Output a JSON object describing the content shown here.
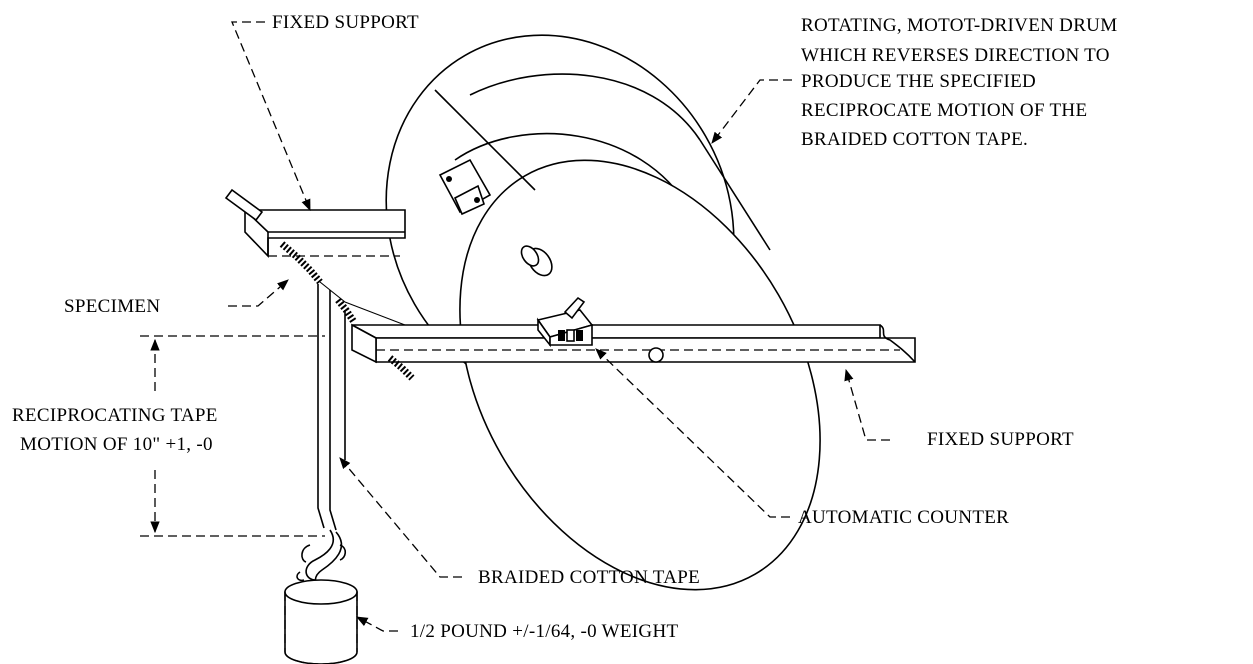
{
  "labels": {
    "fixed_support_top": "FIXED SUPPORT",
    "drum_line1": "ROTATING, MOTOT-DRIVEN DRUM",
    "drum_line2": "WHICH REVERSES DIRECTION TO",
    "drum_line3": "PRODUCE THE SPECIFIED",
    "drum_line4": "RECIPROCATE MOTION OF THE",
    "drum_line5": "BRAIDED COTTON TAPE.",
    "specimen": "SPECIMEN",
    "motion_line1": "RECIPROCATING TAPE",
    "motion_line2": "MOTION OF 10\" +1, -0",
    "fixed_support_right": "FIXED SUPPORT",
    "automatic_counter": "AUTOMATIC COUNTER",
    "braided_cotton_tape": "BRAIDED COTTON TAPE",
    "weight": "1/2 POUND +/-1/64, -0 WEIGHT"
  }
}
